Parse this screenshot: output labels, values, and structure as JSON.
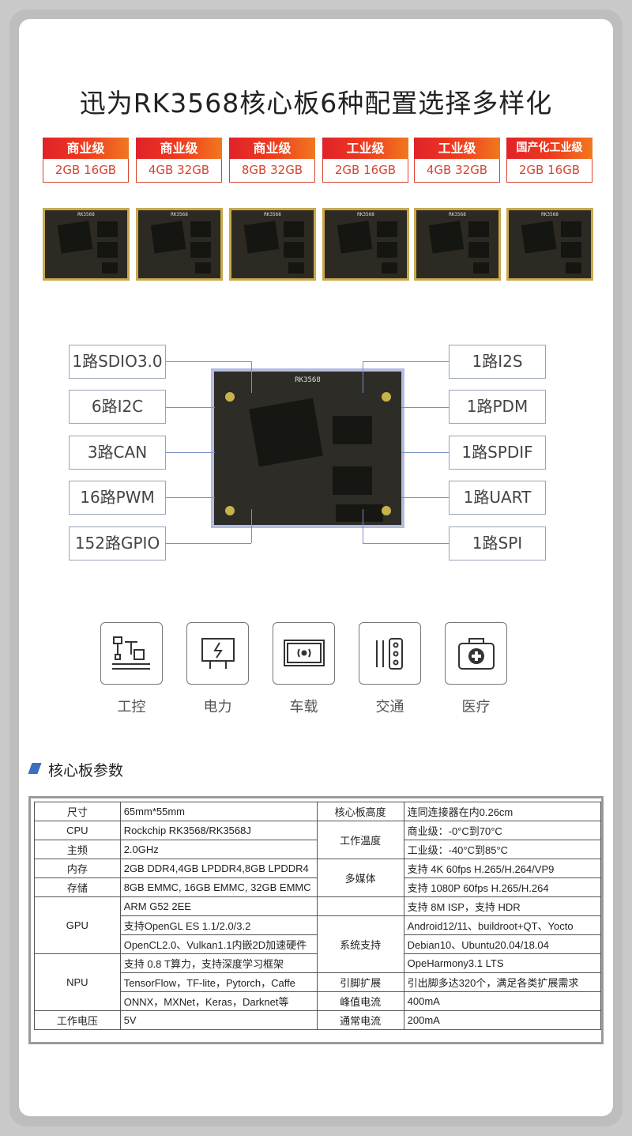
{
  "title": "迅为RK3568核心板6种配置选择多样化",
  "board_label": "RK3568",
  "configs": [
    {
      "grade": "商业级",
      "spec": "2GB 16GB"
    },
    {
      "grade": "商业级",
      "spec": "4GB 32GB"
    },
    {
      "grade": "商业级",
      "spec": "8GB 32GB"
    },
    {
      "grade": "工业级",
      "spec": "2GB 16GB"
    },
    {
      "grade": "工业级",
      "spec": "4GB 32GB"
    },
    {
      "grade": "国产化工业级",
      "spec": "2GB 16GB"
    }
  ],
  "features_left": [
    "1路SDIO3.0",
    "6路I2C",
    "3路CAN",
    "16路PWM",
    "152路GPIO"
  ],
  "features_right": [
    "1路I2S",
    "1路PDM",
    "1路SPDIF",
    "1路UART",
    "1路SPI"
  ],
  "applications": [
    "工控",
    "电力",
    "车载",
    "交通",
    "医疗"
  ],
  "spec_title": "核心板参数",
  "specs": {
    "size_label": "尺寸",
    "size_value": "65mm*55mm",
    "height_label": "核心板高度",
    "height_value": "连同连接器在内0.26cm",
    "cpu_label": "CPU",
    "cpu_value": "Rockchip RK3568/RK3568J",
    "temp_label": "工作温度",
    "temp_values": [
      "商业级：-0°C到70°C",
      "工业级：-40°C到85°C"
    ],
    "freq_label": "主频",
    "freq_value": "2.0GHz",
    "memory_label": "内存",
    "memory_value": "2GB DDR4,4GB LPDDR4,8GB LPDDR4",
    "multimedia_label": "多媒体",
    "multimedia_values": [
      "支持 4K 60fps H.265/H.264/VP9",
      "支持 1080P 60fps H.265/H.264"
    ],
    "storage_label": "存储",
    "storage_value": "8GB EMMC, 16GB EMMC, 32GB EMMC",
    "gpu_label": "GPU",
    "gpu_values": [
      "ARM G52 2EE",
      "支持OpenGL ES 1.1/2.0/3.2",
      "OpenCL2.0、Vulkan1.1内嵌2D加速硬件"
    ],
    "isp_value": "支持 8M ISP，支持 HDR",
    "os_label": "系统支持",
    "os_values": [
      "Android12/11、buildroot+QT、Yocto",
      "Debian10、Ubuntu20.04/18.04",
      "OpeHarmony3.1 LTS"
    ],
    "npu_label": "NPU",
    "npu_values": [
      "支持 0.8 T算力，支持深度学习框架",
      "TensorFlow，TF-lite，Pytorch，Caffe",
      "ONNX，MXNet，Keras，Darknet等"
    ],
    "pins_label": "引脚扩展",
    "pins_value": "引出脚多达320个，满足各类扩展需求",
    "peak_current_label": "峰值电流",
    "peak_current_value": "400mA",
    "voltage_label": "工作电压",
    "voltage_value": "5V",
    "normal_current_label": "通常电流",
    "normal_current_value": "200mA"
  }
}
